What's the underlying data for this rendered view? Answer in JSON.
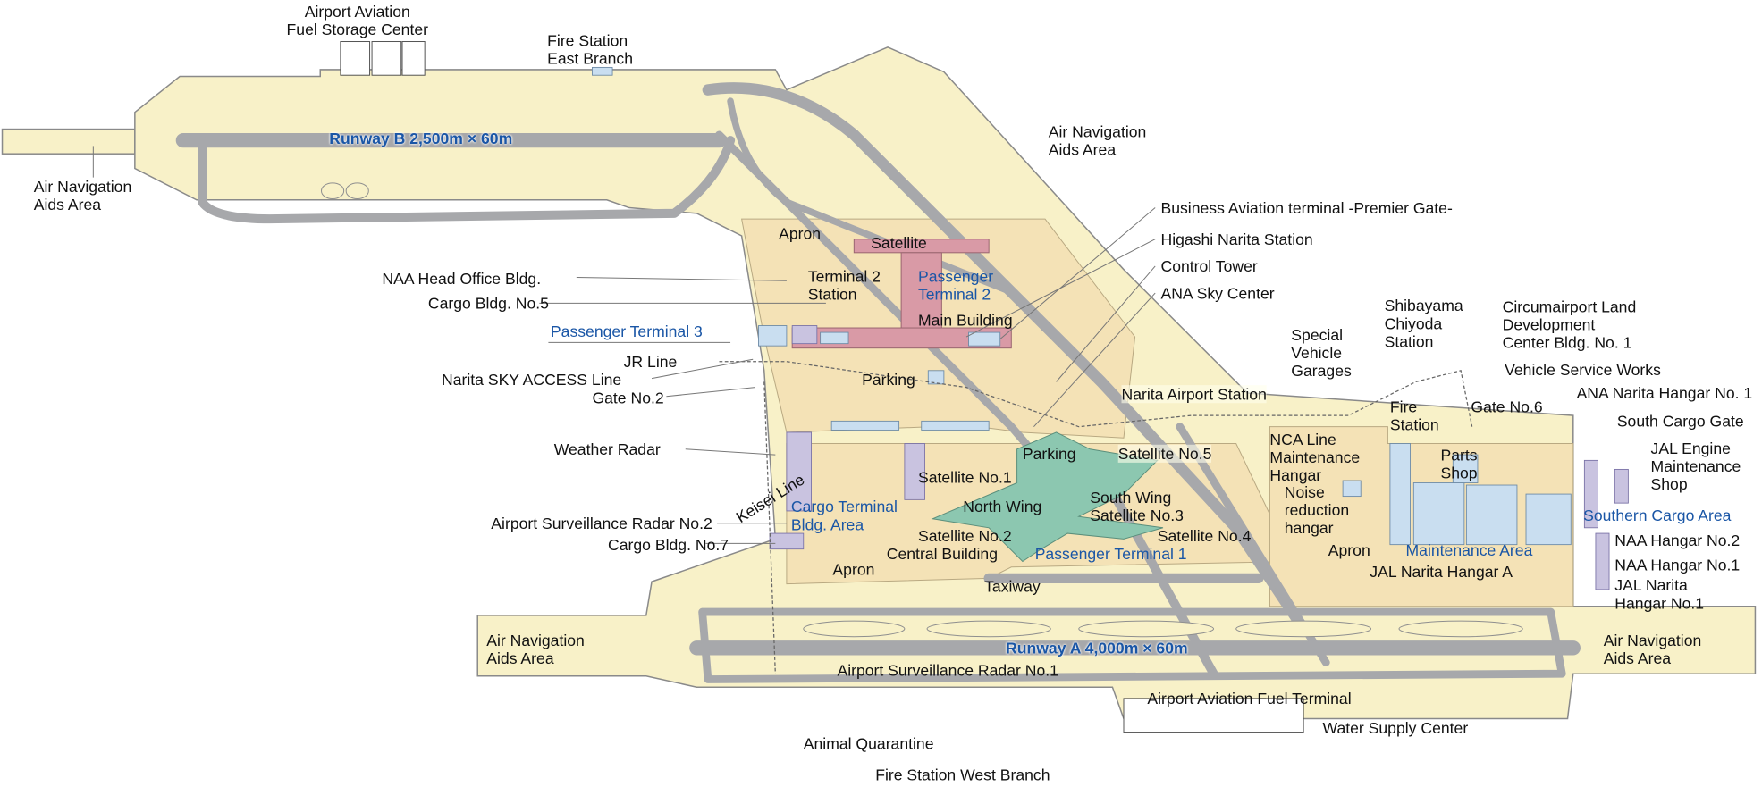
{
  "title": "Narita Airport Facility Map",
  "colors": {
    "land": "#f8f1c8",
    "apron": "#f4e2b6",
    "pavement": "#a7a8ab",
    "terminal2": "#d99aa6",
    "terminal1": "#8cc7b0",
    "building": "#c9def0",
    "cargo": "#c9c3e0",
    "text_blue": "#1a56a6"
  },
  "runways": {
    "runway_b": "Runway B 2,500m × 60m",
    "runway_a": "Runway A 4,000m × 60m"
  },
  "labels": [
    {
      "text": "Airport Aviation\nFuel Storage Center"
    },
    {
      "text": "Fire Station\nEast Branch"
    },
    {
      "text": "Air Navigation\nAids Area"
    },
    {
      "text": "Air Navigation\nAids Area"
    },
    {
      "text": "Business Aviation terminal -Premier Gate-"
    },
    {
      "text": "Higashi Narita Station"
    },
    {
      "text": "Control Tower"
    },
    {
      "text": "ANA Sky Center"
    },
    {
      "text": "Apron"
    },
    {
      "text": "Satellite"
    },
    {
      "text": "NAA Head Office Bldg."
    },
    {
      "text": "Cargo Bldg. No.5"
    },
    {
      "text": "Terminal 2\nStation"
    },
    {
      "text": "Passenger\nTerminal 2"
    },
    {
      "text": "Main Building"
    },
    {
      "text": "Passenger Terminal 3"
    },
    {
      "text": "JR Line"
    },
    {
      "text": "Narita SKY ACCESS Line"
    },
    {
      "text": "Gate No.2"
    },
    {
      "text": "Parking"
    },
    {
      "text": "Narita Airport Station"
    },
    {
      "text": "Special\nVehicle\nGarages"
    },
    {
      "text": "Shibayama\nChiyoda\nStation"
    },
    {
      "text": "Circumairport Land\nDevelopment\nCenter Bldg. No. 1"
    },
    {
      "text": "Vehicle Service Works"
    },
    {
      "text": "Fire\nStation"
    },
    {
      "text": "Gate No.6"
    },
    {
      "text": "ANA Narita Hangar No. 1"
    },
    {
      "text": "South Cargo Gate"
    },
    {
      "text": "Weather Radar"
    },
    {
      "text": "Parking"
    },
    {
      "text": "Satellite No.5"
    },
    {
      "text": "NCA Line\nMaintenance\nHangar"
    },
    {
      "text": "Parts\nShop"
    },
    {
      "text": "JAL Engine\nMaintenance\nShop"
    },
    {
      "text": "Keisei Line"
    },
    {
      "text": "Satellite No.1"
    },
    {
      "text": "North Wing"
    },
    {
      "text": "Cargo Terminal\nBldg. Area"
    },
    {
      "text": "South Wing"
    },
    {
      "text": "Satellite No.3"
    },
    {
      "text": "Noise\nreduction\nhangar"
    },
    {
      "text": "Southern Cargo Area"
    },
    {
      "text": "Airport Surveillance Radar No.2"
    },
    {
      "text": "Satellite No.2"
    },
    {
      "text": "Satellite No.4"
    },
    {
      "text": "NAA Hangar No.2"
    },
    {
      "text": "Cargo Bldg. No.7"
    },
    {
      "text": "Central Building"
    },
    {
      "text": "Passenger Terminal 1"
    },
    {
      "text": "Apron"
    },
    {
      "text": "Maintenance Area"
    },
    {
      "text": "NAA Hangar No.1"
    },
    {
      "text": "Apron"
    },
    {
      "text": "JAL Narita Hangar A"
    },
    {
      "text": "JAL Narita\nHangar No.1"
    },
    {
      "text": "Taxiway"
    },
    {
      "text": "Air Navigation\nAids Area"
    },
    {
      "text": "Air Navigation\nAids Area"
    },
    {
      "text": "Airport Surveillance Radar No.1"
    },
    {
      "text": "Airport Aviation Fuel Terminal"
    },
    {
      "text": "Water Supply Center"
    },
    {
      "text": "Animal Quarantine"
    },
    {
      "text": "Fire Station West Branch"
    }
  ]
}
